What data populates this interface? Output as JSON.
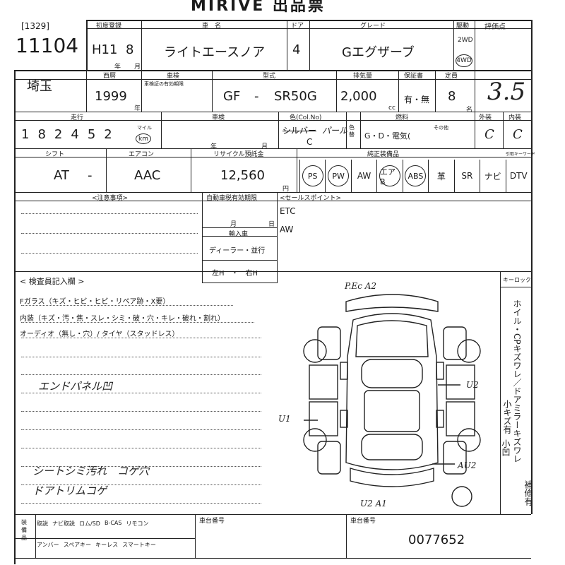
{
  "sheet": {
    "title": "MIRIVE 出品票",
    "lot_code": "[1329]",
    "lot_no": "11104"
  },
  "header_row": {
    "first_reg_label": "初度登録",
    "year_mark": "年",
    "month_mark": "月",
    "era_year": "H11",
    "month": "8",
    "car_name_label": "車　名",
    "car_name": "ライトエースノア",
    "doors_label": "ドア",
    "doors": "4",
    "grade_label": "グレード",
    "grade": "Gエグザーブ",
    "drive_label": "駆動",
    "drive_2wd": "2WD",
    "drive_4wd": "4WD",
    "score_label": "評価点",
    "score": "3.5"
  },
  "row2": {
    "region": "埼玉",
    "model_year_label": "西暦",
    "model_year": "1999",
    "model_year_unit": "年",
    "inspection_label": "車検",
    "inspection_note": "車検証の有効期限",
    "type_label": "型式",
    "type_prefix": "GF",
    "type_dash": "-",
    "type_code": "SR50G",
    "displacement_label": "排気量",
    "displacement": "2,000",
    "displacement_unit": "cc",
    "warranty_label": "保証書",
    "warranty": "有・無",
    "capacity_label": "定員",
    "capacity": "8",
    "capacity_unit": "名"
  },
  "row3": {
    "mileage_label": "走行",
    "mileage_digits": [
      "1",
      "8",
      "2",
      "4",
      "5",
      "2"
    ],
    "mileage_unit_mile": "マイル",
    "mileage_unit_km": "km",
    "recycle_label": "車検",
    "year_mark": "年",
    "month_mark": "月",
    "color_label": "色(Col.No)",
    "color_struck": "シルバー",
    "color_new": "パール",
    "color_code": "C",
    "color_change_label": "色替",
    "fuel_label": "燃料",
    "fuel": "G・D・電気(",
    "fuel_other": "その他",
    "exterior_label": "外装",
    "exterior": "C",
    "interior_label": "内装",
    "interior": "C"
  },
  "row4": {
    "shift_label": "シフト",
    "shift": "AT",
    "shift_dash": "-",
    "ac_label": "エアコン",
    "ac": "AAC",
    "recycle_label": "リサイクル預託金",
    "recycle_fee": "12,560",
    "recycle_unit": "円",
    "equip_label": "純正装備品",
    "equip_options": [
      "PS",
      "PW",
      "AW",
      "エアB",
      "ABS",
      "革",
      "SR",
      "ナビ",
      "DTV"
    ],
    "equip_note": "引取キーワード"
  },
  "row5": {
    "notes_label": "<注意事項>",
    "repair_label": "自動車税有効期限",
    "repair_month": "月",
    "repair_day": "日",
    "import_label": "輸入車",
    "import_type": "ディーラー・並行",
    "handle_label": "左H　・　右H",
    "sales_label": "<セールスポイント>",
    "sales_points": [
      "ETC",
      "AW"
    ]
  },
  "inspector": {
    "label": "< 検査員記入欄 >",
    "line1": "Fガラス（キズ・ヒビ・ヒビ・リペア跡・X要）",
    "line2": "内装（キズ・汚・焦・スレ・シミ・破・穴・キレ・破れ・割れ）",
    "line3": "オーディオ（無し・穴）/ タイヤ（スタッドレス）",
    "handwritten": [
      "エンドパネル凹",
      "シートシミ汚れ　コゲ穴",
      "ドアトリムコゲ"
    ]
  },
  "diagram": {
    "key_label": "キーロック",
    "marks": [
      "P.Ec A2",
      "U2",
      "U1",
      "AU2",
      "U2 A1"
    ],
    "side_text": "ホイル・CPキズワレ／ドアミラーキズワレ",
    "side_text2": "小キズ有",
    "side_text3": "補修有",
    "side_text4": "小凹"
  },
  "footer": {
    "items_top": [
      "取説",
      "ナビ取説",
      "ロム/SD",
      "B-CAS",
      "リモコン"
    ],
    "items_bottom": [
      "アンバー",
      "スペアキー",
      "キーレス",
      "スマートキー"
    ],
    "side_label": "装備品",
    "entry_label": "車台番号",
    "serial_label": "車台番号",
    "serial": "0077652"
  }
}
